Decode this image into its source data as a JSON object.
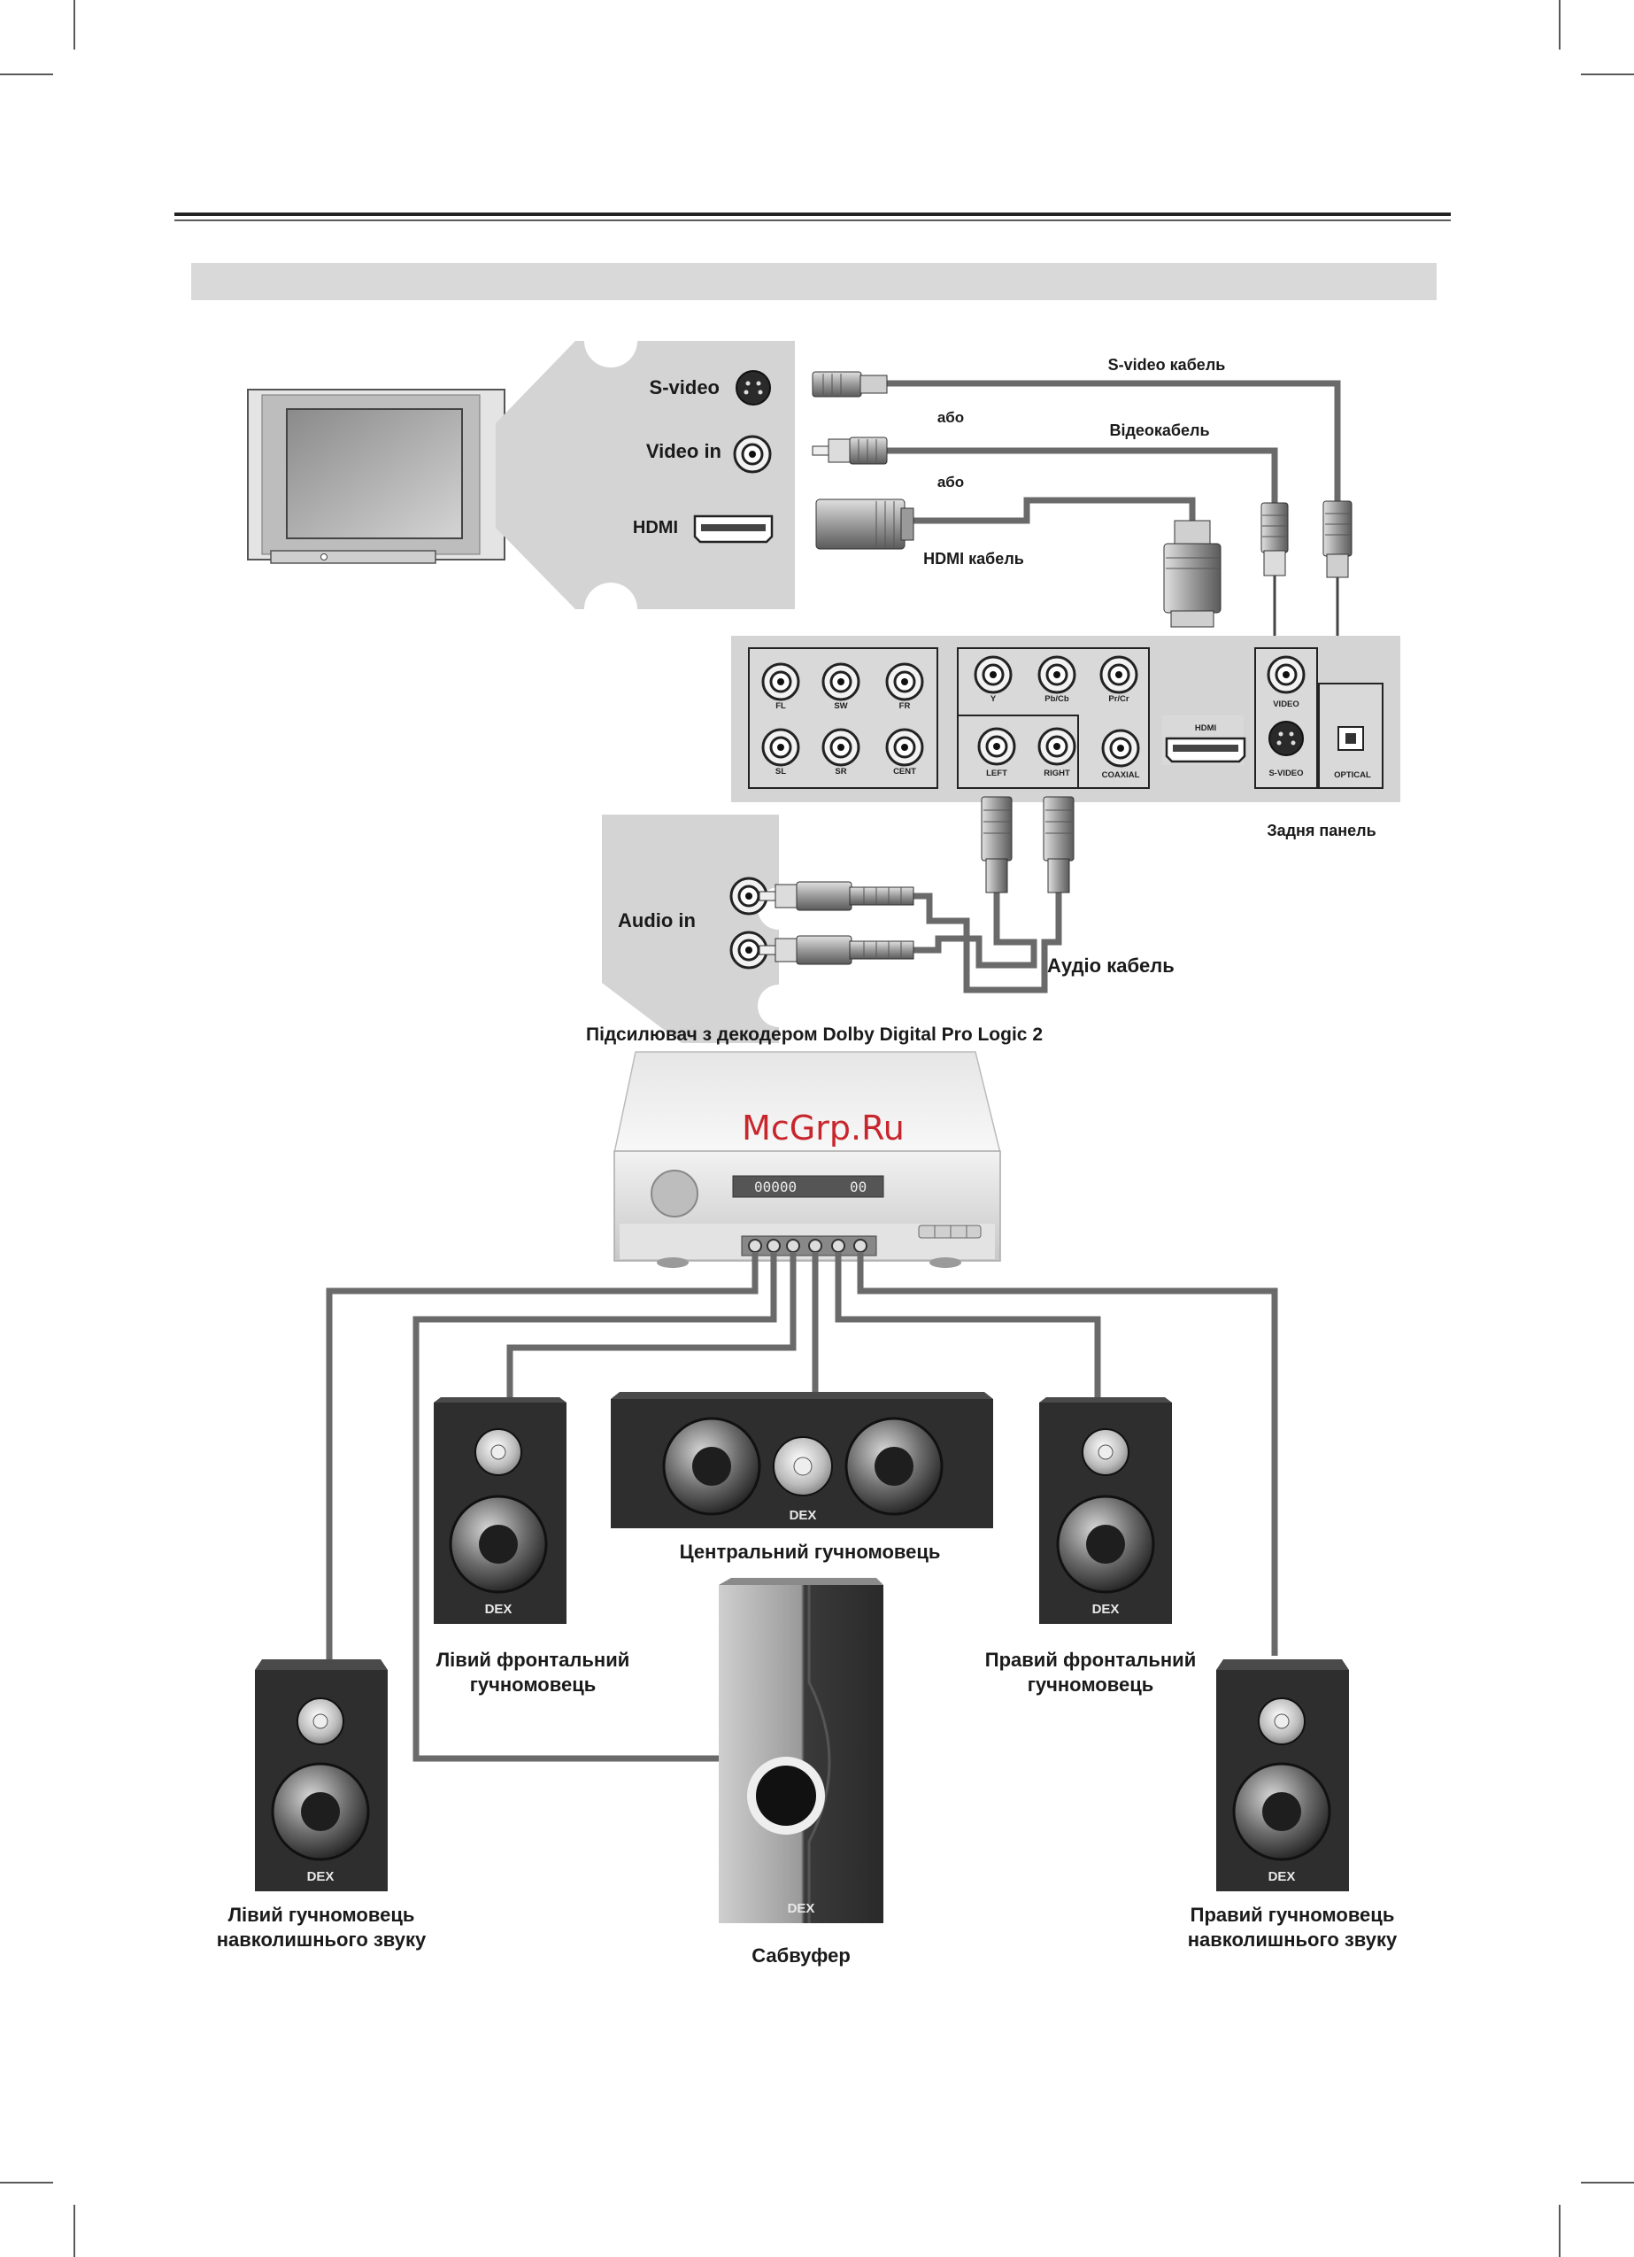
{
  "tv_panel": {
    "svideo_label": "S-video",
    "videoin_label": "Video in",
    "hdmi_label": "HDMI"
  },
  "cables": {
    "svideo": "S-video кабель",
    "or1": "або",
    "video": "Відеокабель",
    "or2": "або",
    "hdmi": "HDMI кабель",
    "audio": "Аудіо кабель"
  },
  "rear_panel": {
    "caption": "Задня панель",
    "jacks": {
      "fl": "FL",
      "sw": "SW",
      "fr": "FR",
      "sl": "SL",
      "sr": "SR",
      "cent": "CENT",
      "y": "Y",
      "pbcb": "Pb/Cb",
      "prcr": "Pr/Cr",
      "left": "LEFT",
      "right": "RIGHT",
      "coaxial": "COAXIAL",
      "hdmi": "HDMI",
      "video": "VIDEO",
      "svideo": "S-VIDEO",
      "optical": "OPTICAL"
    }
  },
  "amplifier": {
    "audio_in_label": "Audio in",
    "title": "Підсилювач з декодером Dolby Digital Pro Logic 2",
    "display_main": "00000",
    "display_aux": "00"
  },
  "watermark": "McGrp.Ru",
  "speakers": {
    "brand": "DEX",
    "center": "Центральний гучномовець",
    "front_left": [
      "Лівий фронтальний",
      "гучномовець"
    ],
    "front_right": [
      "Правий фронтальний",
      "гучномовець"
    ],
    "surround_left": [
      "Лівий гучномовець",
      "навколишнього звуку"
    ],
    "surround_right": [
      "Правий гучномовець",
      "навколишнього звуку"
    ],
    "subwoofer": "Сабвуфер"
  }
}
